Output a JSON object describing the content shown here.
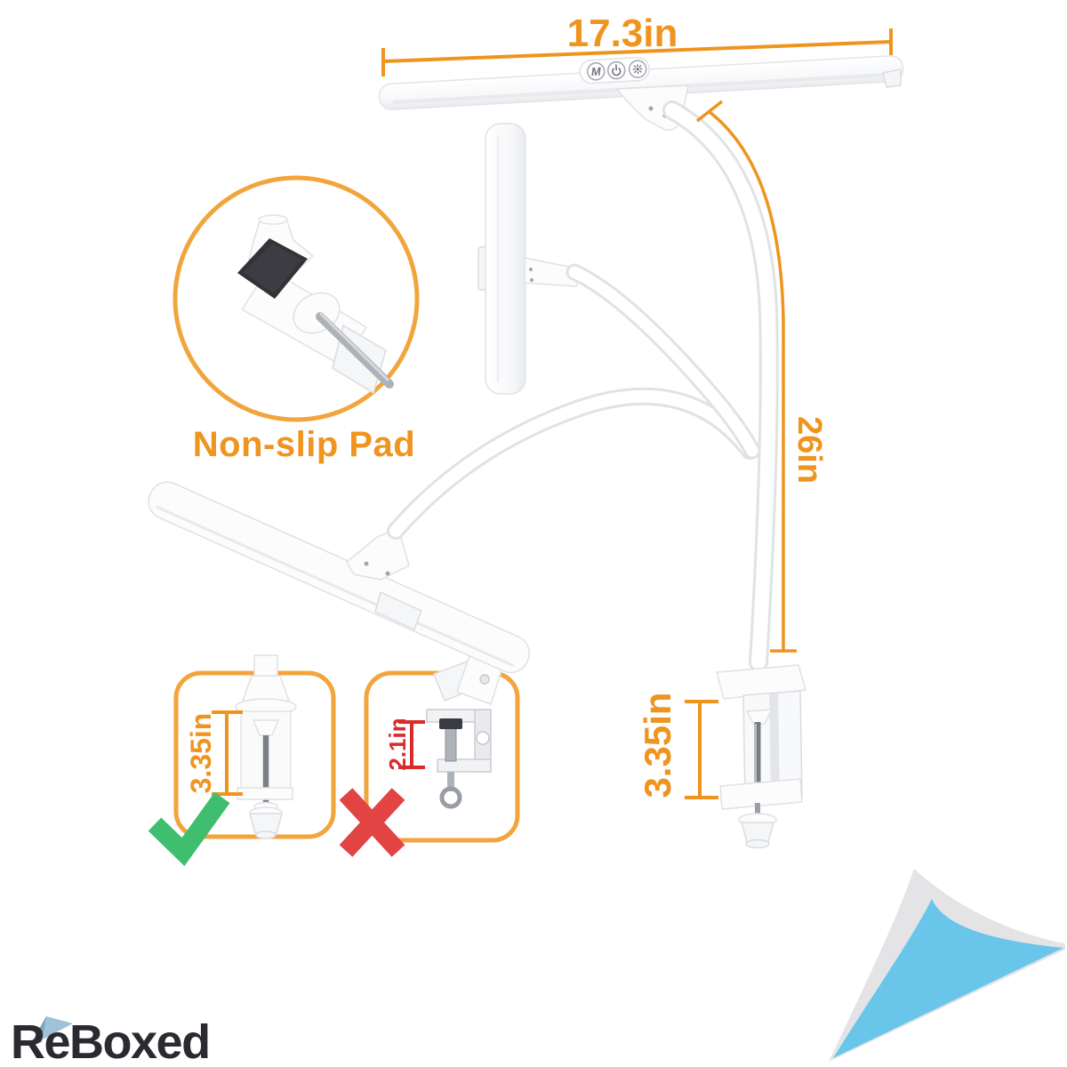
{
  "annotations": {
    "bar_width": "17.3in",
    "arm_length": "26in",
    "clamp_height": "3.35in"
  },
  "inset": {
    "label": "Non-slip Pad"
  },
  "comparison": {
    "good": {
      "dimension": "3.35in",
      "verdict": "check"
    },
    "bad": {
      "dimension": "2.1in",
      "verdict": "cross"
    }
  },
  "controls": {
    "mode": "M",
    "icons": [
      "mode-button",
      "power-button",
      "brightness-button"
    ]
  },
  "branding": {
    "logo": "ReBoxed"
  },
  "colors": {
    "accent_orange": "#EF941E",
    "border_orange": "#F2A53C",
    "check_green": "#3EBE6E",
    "cross_red": "#E24444",
    "dim_red": "#D92B2B",
    "corner_blue": "#69C6EA",
    "corner_gray": "#E4E4E6",
    "logo_dark": "#2A2A30",
    "logo_flag_blue": "#9FC2D6",
    "pad_dark": "#323237"
  }
}
